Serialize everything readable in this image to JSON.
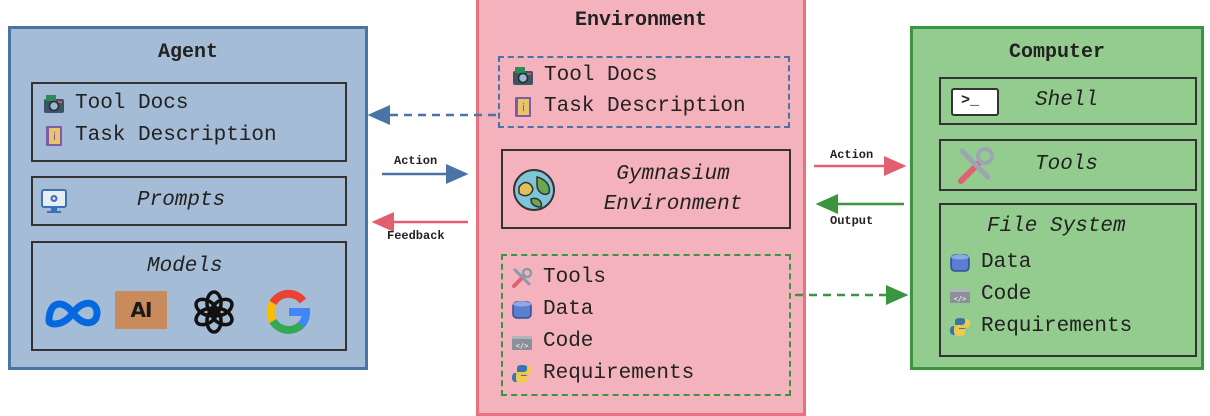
{
  "colors": {
    "agent_fill": "#a4bcd6",
    "agent_border": "#4a74a8",
    "env_fill": "#f4b3bc",
    "env_border": "#ea6f80",
    "computer_fill": "#93cc8e",
    "computer_border": "#3a9440",
    "action_arrow": "#4a74a8",
    "feedback_arrow": "#e06070",
    "output_arrow": "#3a9440",
    "env_dashed": "#4a74a8",
    "env_dashed_green": "#3a9440"
  },
  "agent": {
    "title": "Agent",
    "docs": [
      {
        "icon": "camera-icon",
        "label": "Tool Docs"
      },
      {
        "icon": "book-icon",
        "label": "Task Description"
      }
    ],
    "prompts": {
      "icon": "monitor-gear-icon",
      "label": "Prompts"
    },
    "models": {
      "label": "Models",
      "logos": [
        "meta-logo-icon",
        "anthropic-logo-icon",
        "openai-logo-icon",
        "google-logo-icon"
      ],
      "anthropic_text": "AI"
    }
  },
  "environment": {
    "title": "Environment",
    "docs": [
      {
        "icon": "camera-icon",
        "label": "Tool Docs"
      },
      {
        "icon": "book-icon",
        "label": "Task Description"
      }
    ],
    "gym": {
      "icon": "earth-icon",
      "line1": "Gymnasium",
      "line2": "Environment"
    },
    "resources": [
      {
        "icon": "tools-icon",
        "label": "Tools"
      },
      {
        "icon": "database-icon",
        "label": "Data"
      },
      {
        "icon": "code-icon",
        "label": "Code"
      },
      {
        "icon": "python-icon",
        "label": "Requirements"
      }
    ]
  },
  "computer": {
    "title": "Computer",
    "shell": {
      "icon": "terminal-icon",
      "label": "Shell",
      "prompt": ">_"
    },
    "tools": {
      "icon": "tools-icon",
      "label": "Tools"
    },
    "fs": {
      "label": "File System",
      "items": [
        {
          "icon": "database-icon",
          "label": "Data"
        },
        {
          "icon": "code-icon",
          "label": "Code"
        },
        {
          "icon": "python-icon",
          "label": "Requirements"
        }
      ]
    }
  },
  "arrows": {
    "agent_action": "Action",
    "agent_feedback": "Feedback",
    "computer_action": "Action",
    "computer_output": "Output"
  }
}
